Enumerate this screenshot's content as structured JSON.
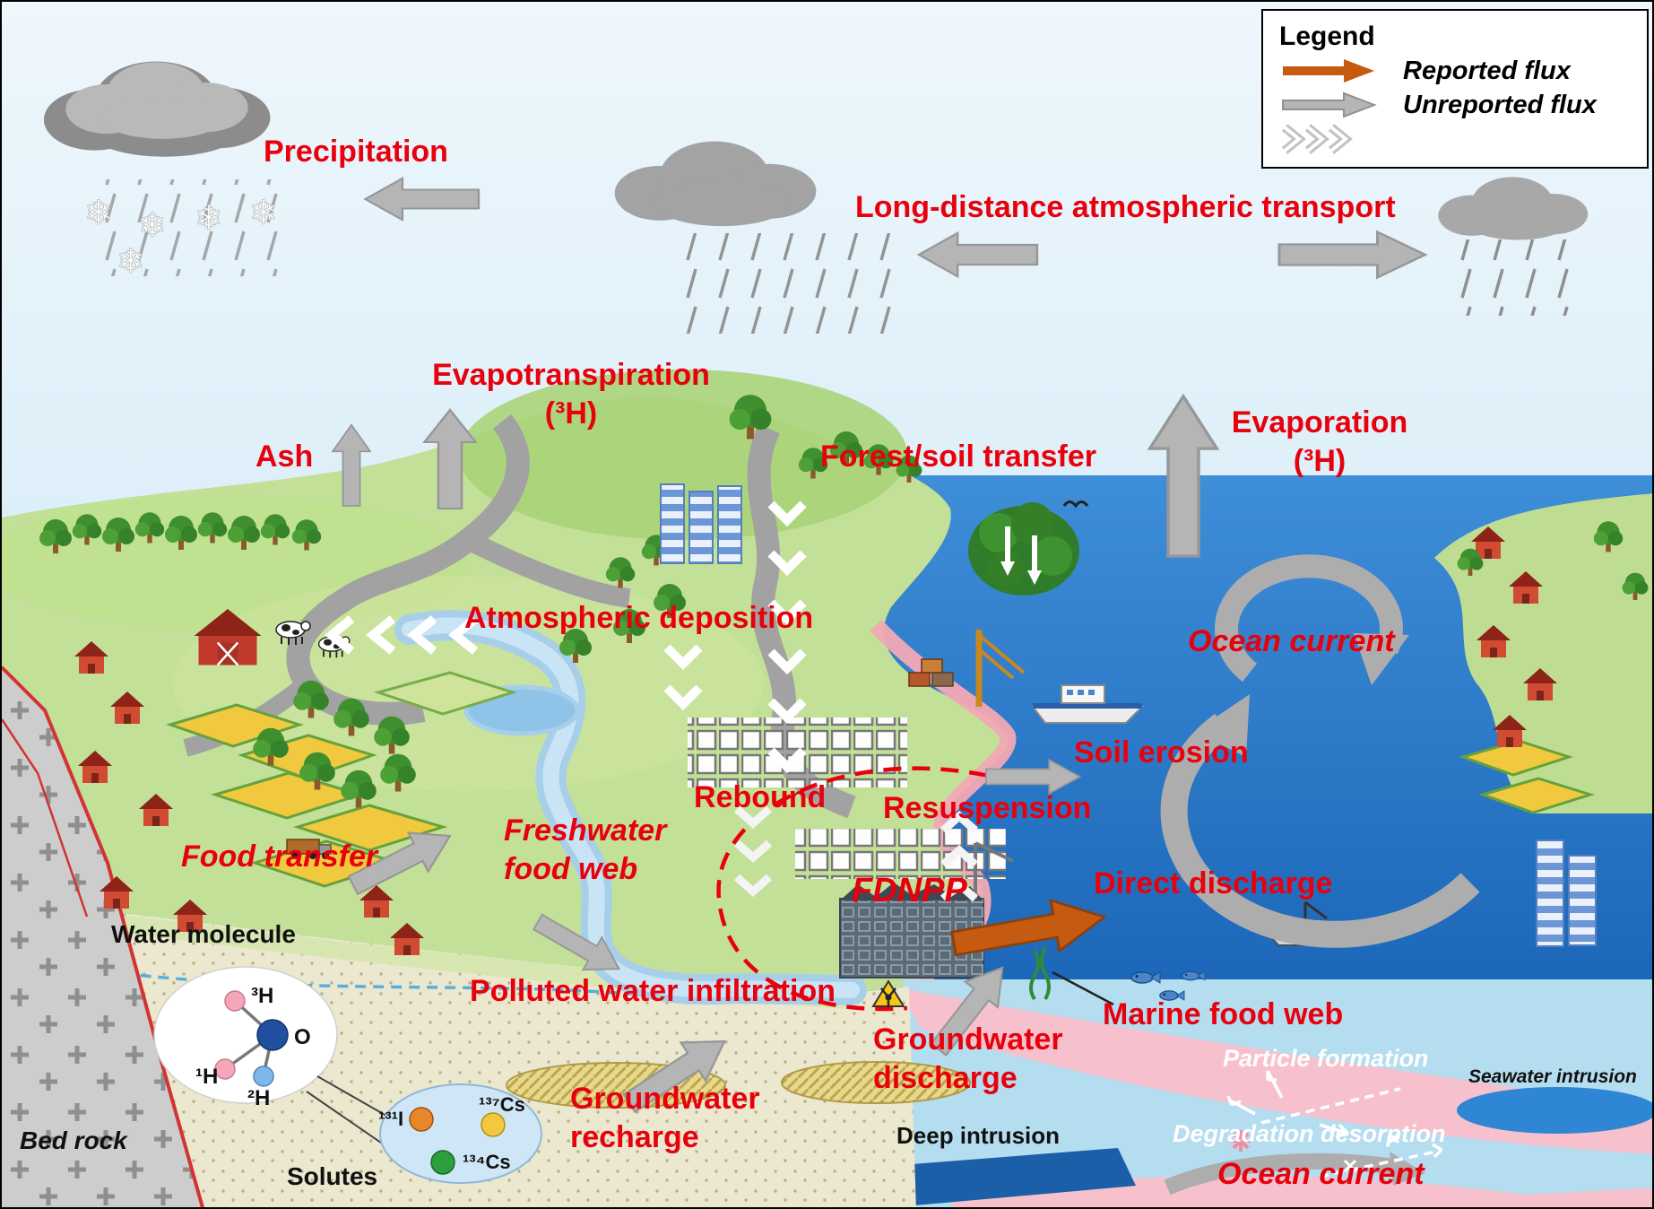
{
  "legend": {
    "title": "Legend",
    "items": [
      {
        "label": "Reported flux",
        "type": "reported"
      },
      {
        "label": "Unreported flux",
        "type": "unreported"
      }
    ]
  },
  "labels": {
    "precipitation": "Precipitation",
    "long_distance": "Long-distance atmospheric transport",
    "evapotranspiration": "Evapotranspiration\n(³H)",
    "ash": "Ash",
    "forest_soil_transfer": "Forest/soil transfer",
    "evaporation": "Evaporation\n(³H)",
    "atmospheric_deposition": "Atmospheric deposition",
    "ocean_current_top": "Ocean current",
    "soil_erosion": "Soil erosion",
    "rebound": "Rebound",
    "resuspension": "Resuspension",
    "food_transfer": "Food transfer",
    "freshwater_food_web": "Freshwater\nfood web",
    "fdnpp": "FDNPP",
    "direct_discharge": "Direct discharge",
    "polluted_water_infiltration": "Polluted water infiltration",
    "water_molecule": "Water molecule",
    "marine_food_web": "Marine food web",
    "groundwater_discharge": "Groundwater\ndischarge",
    "groundwater_recharge": "Groundwater\nrecharge",
    "particle_formation": "Particle formation",
    "seawater_intrusion": "Seawater intrusion",
    "deep_intrusion": "Deep intrusion",
    "degradation_desorption": "Degradation desorption",
    "bed_rock": "Bed rock",
    "solutes": "Solutes",
    "ocean_current_bottom": "Ocean current"
  },
  "molecule": {
    "h3": "³H",
    "o": "O",
    "h1": "¹H",
    "h2": "²H"
  },
  "solutes": {
    "i131": "¹³¹I",
    "cs137": "¹³⁷Cs",
    "cs134": "¹³⁴Cs"
  },
  "colors": {
    "flux_label_red": "#e8000d",
    "reported_flux_orange": "#c55a11",
    "unreported_flux_gray": "#b5b5b5",
    "sea_blue": "#2f7fd0"
  }
}
